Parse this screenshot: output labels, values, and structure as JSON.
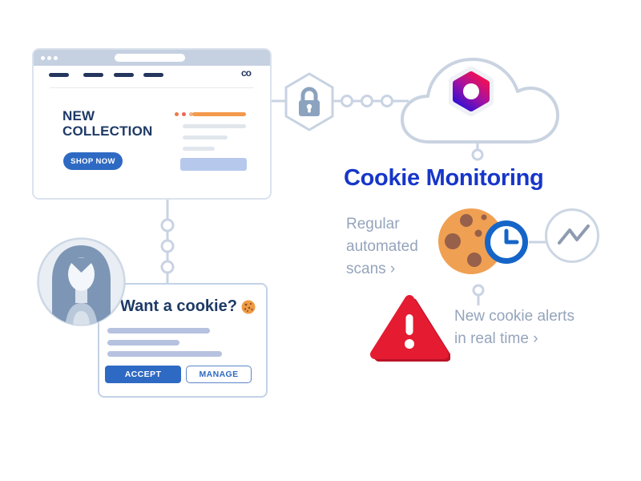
{
  "colors": {
    "heading_blue": "#1636c9",
    "navy_text": "#1e3a66",
    "muted_text": "#95a4bc",
    "button_blue": "#2e6ac3",
    "cookie_orange": "#f0a052",
    "chip_brown": "#96604a",
    "clock_blue": "#1565c8",
    "alert_red": "#e51b31",
    "alert_red_shade": "#bb1228",
    "connector_gray": "#c9d3e3"
  },
  "browser_window": {
    "logo_text": "co",
    "headline": "NEW COLLECTION",
    "cta_label": "SHOP NOW"
  },
  "monitoring": {
    "title": "Cookie Monitoring",
    "feature_scans": "Regular automated scans ›",
    "feature_alerts": "New cookie alerts in real time ›"
  },
  "consent_dialog": {
    "title": "Want a cookie?",
    "accept_label": "ACCEPT",
    "manage_label": "MANAGE"
  },
  "icons": {
    "lock": "padlock-in-hexagon",
    "cloud": "cloud-outline",
    "brand_hexagon": "gradient-hexagon-logo",
    "clock": "blue-clock",
    "trend": "zigzag-trend-line",
    "warning": "red-exclamation-triangle",
    "cookie": "chocolate-chip-cookie",
    "cookie_emoji": "small-cookie",
    "avatar": "woman-silhouette"
  }
}
